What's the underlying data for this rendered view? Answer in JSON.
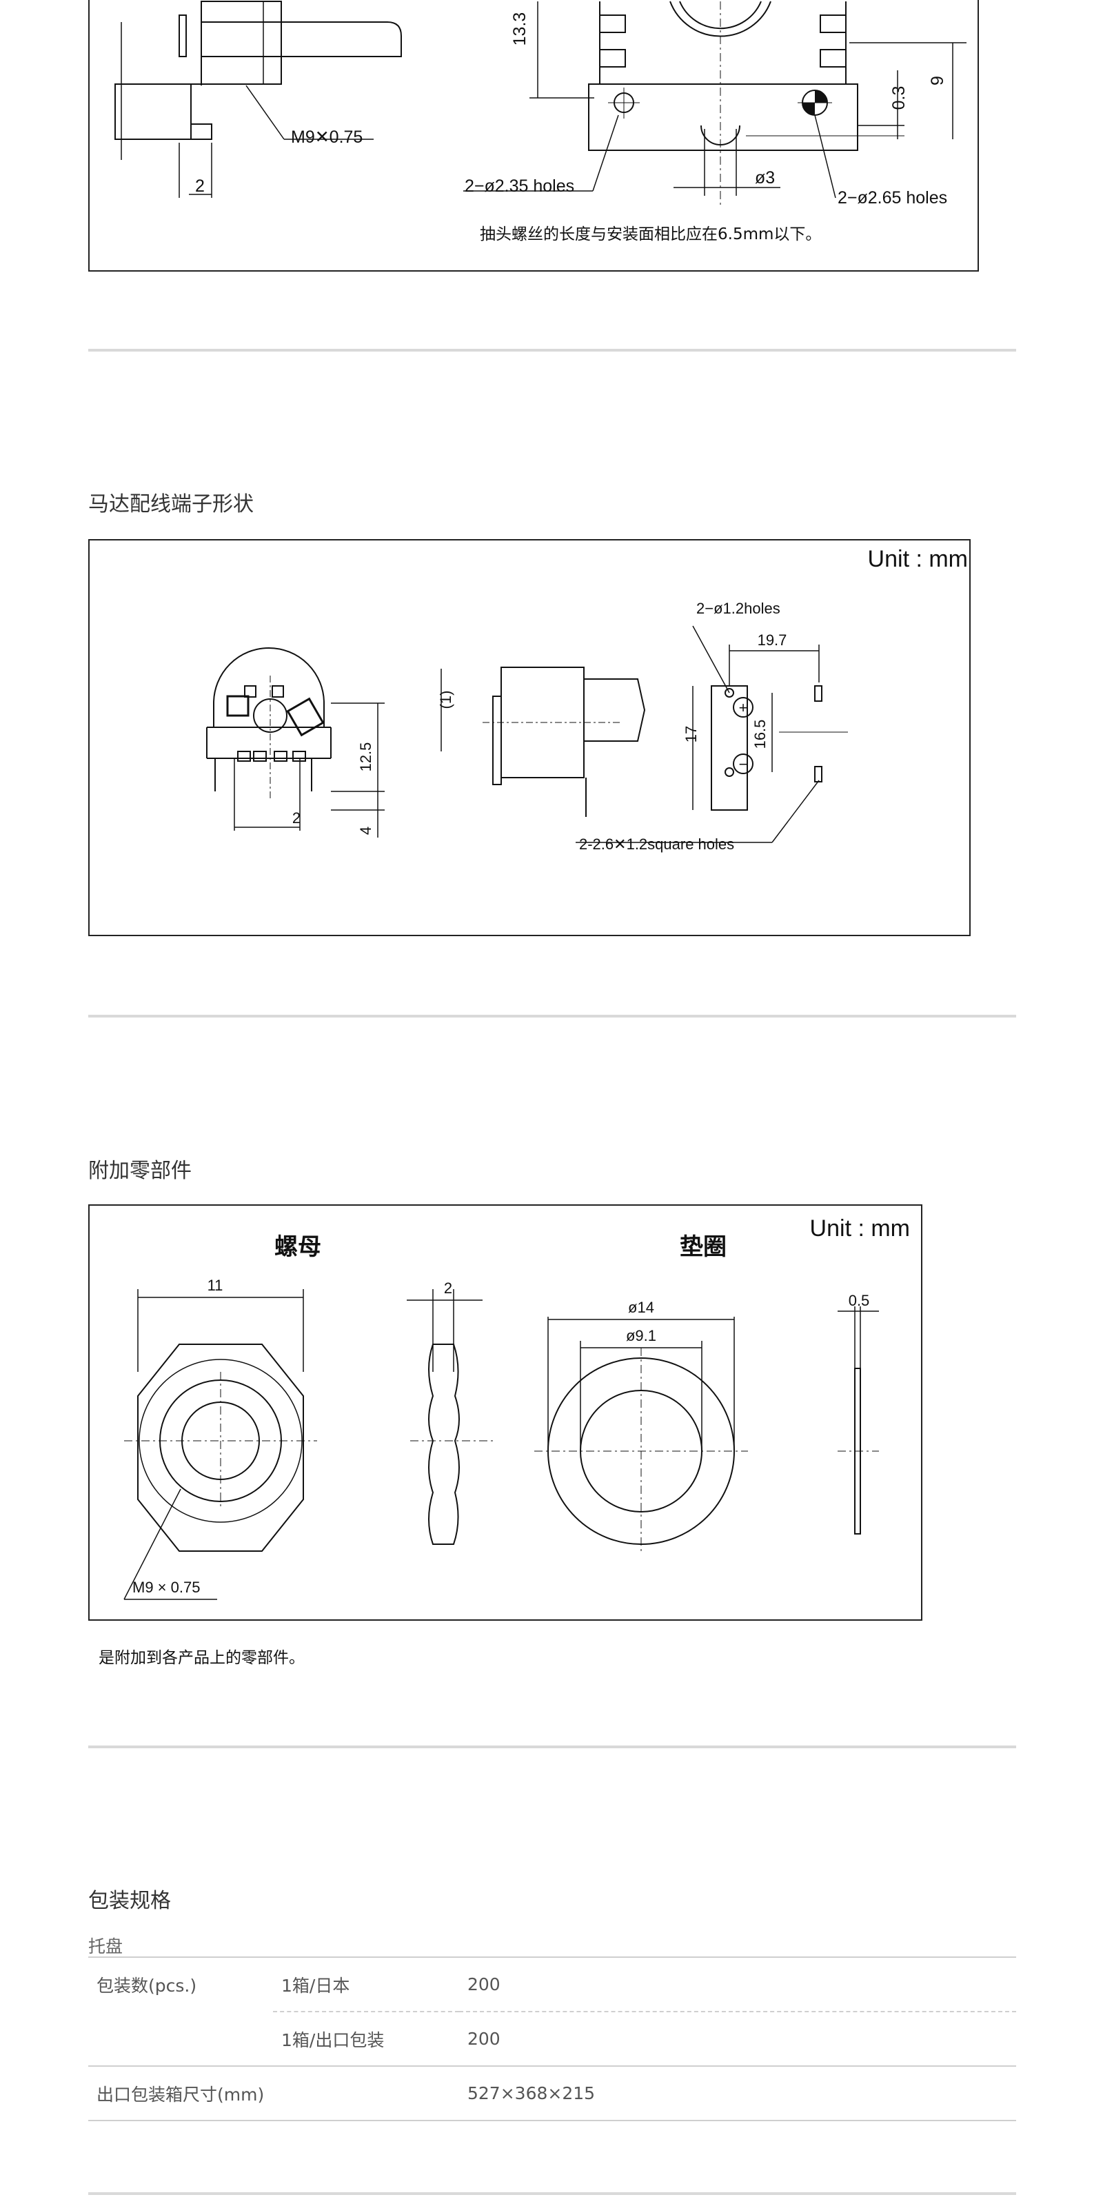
{
  "top_drawing": {
    "dims": {
      "d13_3": "13.3",
      "d9": "9",
      "d0_3": "0.3",
      "d2": "2",
      "d3": "ø3"
    },
    "labels": {
      "thread": "M9✕0.75",
      "holes_235": "2−ø2.35 holes",
      "holes_265": "2−ø2.65 holes"
    },
    "note": "抽头螺丝的长度与安装面相比应在6.5mm以下。"
  },
  "motor_section": {
    "title": "马达配线端子形状",
    "unit": "Unit : mm",
    "labels": {
      "holes_12": "2−ø1.2holes",
      "square_holes": "2-2.6✕1.2square holes"
    },
    "dims": {
      "d19_7": "19.7",
      "d12_5": "12.5",
      "d17": "17",
      "d16_5": "16.5",
      "d1": "(1)",
      "d2": "2",
      "d4": "4"
    }
  },
  "parts_section": {
    "title": "附加零部件",
    "unit": "Unit : mm",
    "nut_title": "螺母",
    "washer_title": "垫圈",
    "dims": {
      "d11": "11",
      "d2": "2",
      "d14": "ø14",
      "d9_1": "ø9.1",
      "d0_5": "0.5"
    },
    "thread": "M9 × 0.75",
    "note": "是附加到各产品上的零部件。"
  },
  "packaging": {
    "title": "包装规格",
    "subtitle": "托盘",
    "rows": [
      {
        "label": "包装数(pcs.)",
        "sub": "1箱/日本",
        "value": "200"
      },
      {
        "label": "",
        "sub": "1箱/出口包装",
        "value": "200"
      },
      {
        "label": "出口包装箱尺寸(mm)",
        "sub": "",
        "value": "527×368×215"
      }
    ]
  }
}
